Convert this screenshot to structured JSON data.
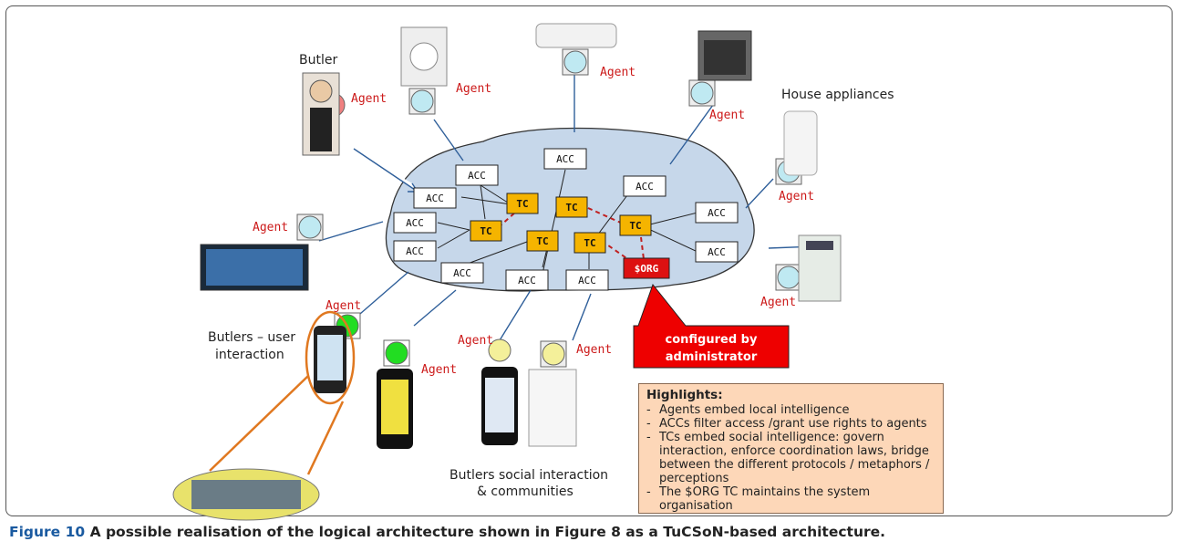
{
  "labels": {
    "butler": "Butler",
    "house_appliances": "House appliances",
    "butlers_user": "Butlers – user",
    "interaction": "interaction",
    "social_line1": "Butlers social interaction",
    "social_line2": "& communities"
  },
  "agent_label": "Agent",
  "nodes": {
    "acc": "ACC",
    "tc": "TC",
    "org": "$ORG"
  },
  "callout": {
    "line1": "configured by",
    "line2": "administrator"
  },
  "highlights": {
    "title": "Highlights:",
    "items": [
      "Agents embed local intelligence",
      "ACCs filter access /grant use rights to agents",
      "TCs embed social intelligence: govern interaction, enforce coordination laws, bridge between the different protocols / metaphors / perceptions",
      "The $ORG TC maintains the system organisation"
    ]
  },
  "caption": {
    "figure": "Figure 10",
    "text": "A possible realisation of the logical architecture shown in Figure 8 as a TuCSoN-based architecture."
  },
  "colors": {
    "cloud": "#c6d7ea",
    "tc": "#f5b400",
    "org": "#dd1111",
    "agent_text": "#cc1a1a",
    "agent_cyan": "#bfe9f2",
    "agent_green": "#22dd22",
    "agent_yellow": "#f4f09a",
    "agent_red": "#f08080",
    "highlight_bg": "#fdd7b8"
  }
}
